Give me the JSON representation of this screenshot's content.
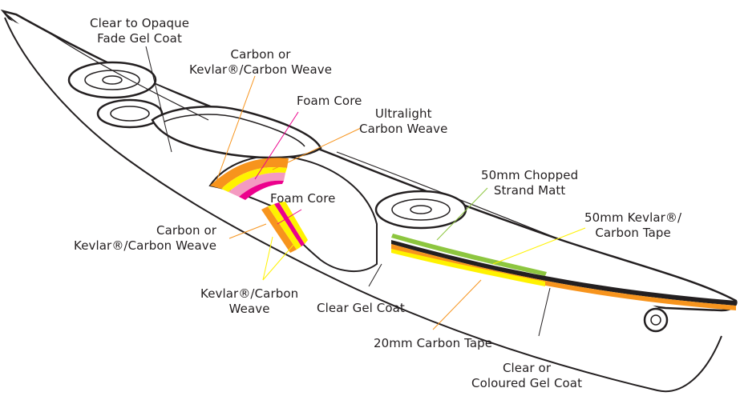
{
  "diagram": {
    "labels": {
      "gelcoat_fade": {
        "line1": "Clear to Opaque",
        "line2": "Fade Gel Coat"
      },
      "carbon_kevlar_top": {
        "line1": "Carbon or",
        "line2": "Kevlar®/Carbon Weave"
      },
      "foam_core_top": {
        "line1": "Foam Core"
      },
      "ultralight_carbon": {
        "line1": "Ultralight",
        "line2": "Carbon Weave"
      },
      "chopped_strand": {
        "line1": "50mm Chopped",
        "line2": "Strand Matt"
      },
      "foam_core_mid": {
        "line1": "Foam Core"
      },
      "kevlar_carbon_tape": {
        "line1": "50mm Kevlar®/",
        "line2": "Carbon Tape"
      },
      "carbon_kevlar_side": {
        "line1": "Carbon or",
        "line2": "Kevlar®/Carbon Weave"
      },
      "kevlar_carbon_weave": {
        "line1": "Kevlar®/Carbon",
        "line2": "Weave"
      },
      "clear_gel_coat": {
        "line1": "Clear Gel Coat"
      },
      "carbon_tape_20": {
        "line1": "20mm Carbon Tape"
      },
      "clear_coloured_gel": {
        "line1": "Clear  or",
        "line2": "Coloured Gel Coat"
      }
    },
    "colors": {
      "outline": "#231f20",
      "orange": "#f7941d",
      "magenta": "#ec008c",
      "pink": "#f49ac1",
      "yellow": "#fff200",
      "green": "#8dc63f",
      "black": "#231f20"
    }
  }
}
